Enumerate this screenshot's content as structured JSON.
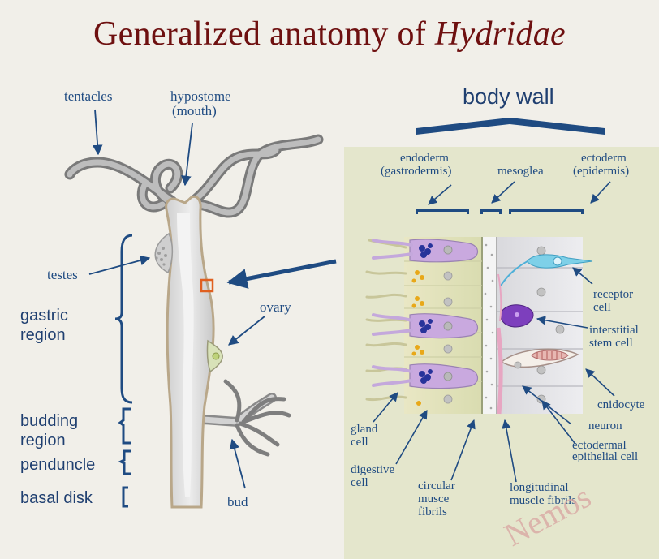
{
  "title": {
    "prefix": "Generalized anatomy of ",
    "genus": "Hydridae"
  },
  "body_labels": {
    "tentacles": "tentacles",
    "hypostome": "hypostome",
    "mouth": "(mouth)",
    "testes": "testes",
    "gastric_1": "gastric",
    "gastric_2": "region",
    "ovary": "ovary",
    "budding_1": "budding",
    "budding_2": "region",
    "pendunce": "penduncle",
    "basal_disk": "basal disk",
    "bud": "bud"
  },
  "wall": {
    "heading": "body wall",
    "endoderm": "endoderm",
    "endoderm_alt": "(gastrodermis)",
    "mesoglea": "mesoglea",
    "ectoderm": "ectoderm",
    "ectoderm_alt": "(epidermis)",
    "receptor_1": "receptor",
    "receptor_2": "cell",
    "interstitial_1": "interstitial",
    "interstitial_2": "stem cell",
    "cnidocyte": "cnidocyte",
    "neuron": "neuron",
    "ecto_epi_1": "ectodermal",
    "ecto_epi_2": "epithelial cell",
    "gland_1": "gland",
    "gland_2": "cell",
    "digestive_1": "digestive",
    "digestive_2": "cell",
    "circular_1": "circular",
    "circular_2": "musce",
    "circular_3": "fibrils",
    "longitudinal_1": "longitudinal",
    "longitudinal_2": "muscle fibrils"
  },
  "watermark": "Nemos",
  "colors": {
    "title": "#6e1010",
    "label": "#1f4b82",
    "arrow": "#1f4b82",
    "panel": "#e4e6cc"
  }
}
